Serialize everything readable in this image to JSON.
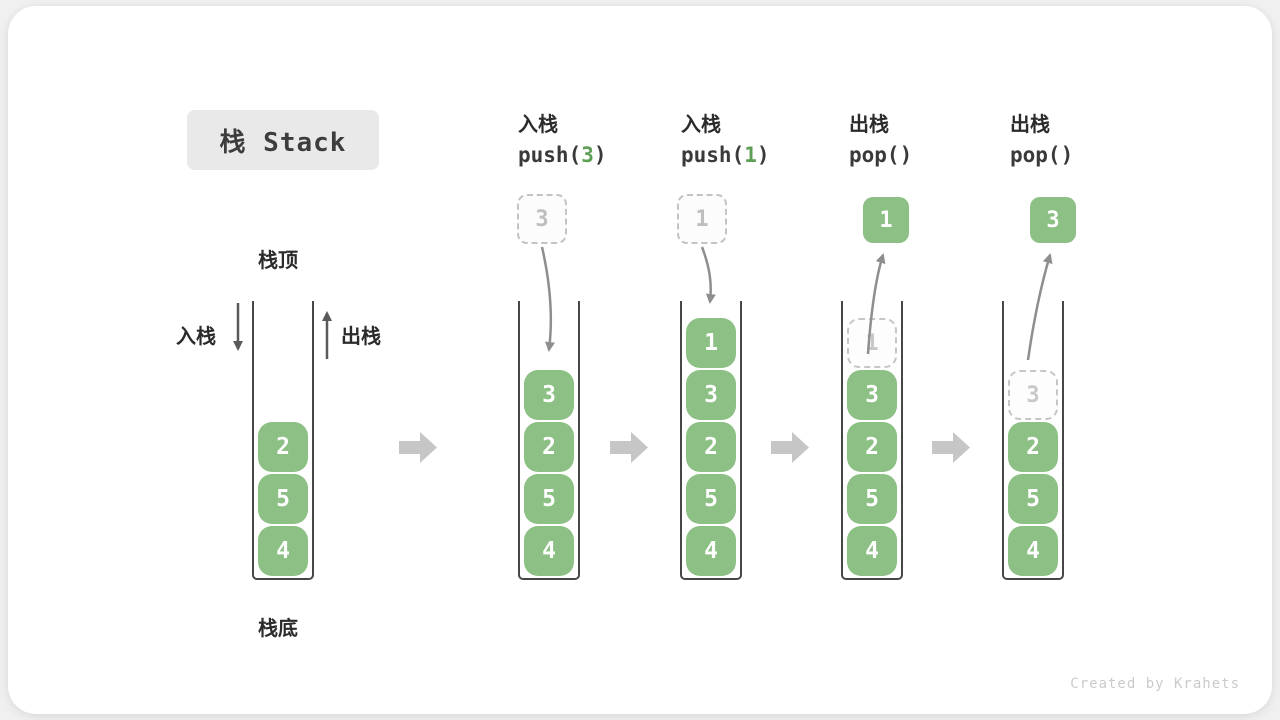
{
  "title": "栈 Stack",
  "credit": "Created by Krahets",
  "colors": {
    "box_green": "#8cc084",
    "arg_green": "#5e9f56",
    "block_arrow_gray": "#c6c6c6",
    "curve_arrow_gray": "#8e8e8e",
    "dark_arrow": "#5a5a5a",
    "title_box_bg": "#e9e9e9"
  },
  "main_stack": {
    "top_label": "栈顶",
    "bottom_label": "栈底",
    "push_label": "入栈",
    "pop_label": "出栈",
    "cells": [
      {
        "value": "2",
        "state": "solid"
      },
      {
        "value": "5",
        "state": "solid"
      },
      {
        "value": "4",
        "state": "solid"
      }
    ]
  },
  "steps": [
    {
      "label": "入栈",
      "code_prefix": "push(",
      "code_arg": "3",
      "code_suffix": ")",
      "floating": {
        "value": "3",
        "style": "dashed"
      },
      "cells": [
        {
          "value": "3",
          "state": "solid"
        },
        {
          "value": "2",
          "state": "solid"
        },
        {
          "value": "5",
          "state": "solid"
        },
        {
          "value": "4",
          "state": "solid"
        }
      ]
    },
    {
      "label": "入栈",
      "code_prefix": "push(",
      "code_arg": "1",
      "code_suffix": ")",
      "floating": {
        "value": "1",
        "style": "dashed"
      },
      "cells": [
        {
          "value": "1",
          "state": "solid"
        },
        {
          "value": "3",
          "state": "solid"
        },
        {
          "value": "2",
          "state": "solid"
        },
        {
          "value": "5",
          "state": "solid"
        },
        {
          "value": "4",
          "state": "solid"
        }
      ]
    },
    {
      "label": "出栈",
      "code_prefix": "pop(",
      "code_arg": "",
      "code_suffix": ")",
      "floating": {
        "value": "1",
        "style": "solid"
      },
      "cells": [
        {
          "value": "1",
          "state": "ghost"
        },
        {
          "value": "3",
          "state": "solid"
        },
        {
          "value": "2",
          "state": "solid"
        },
        {
          "value": "5",
          "state": "solid"
        },
        {
          "value": "4",
          "state": "solid"
        }
      ]
    },
    {
      "label": "出栈",
      "code_prefix": "pop(",
      "code_arg": "",
      "code_suffix": ")",
      "floating": {
        "value": "3",
        "style": "solid"
      },
      "cells": [
        {
          "value": "3",
          "state": "ghost"
        },
        {
          "value": "2",
          "state": "solid"
        },
        {
          "value": "5",
          "state": "solid"
        },
        {
          "value": "4",
          "state": "solid"
        }
      ]
    }
  ]
}
